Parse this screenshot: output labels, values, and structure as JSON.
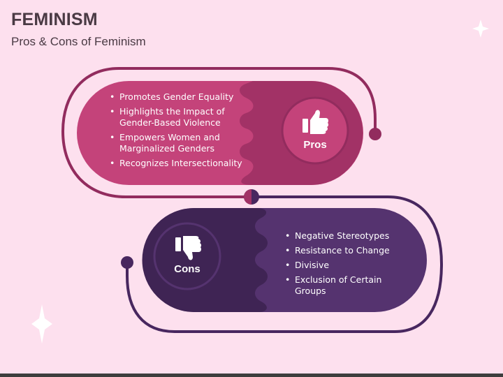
{
  "header": {
    "title": "FEMINISM",
    "subtitle": "Pros & Cons of Feminism"
  },
  "pros": {
    "label": "Pros",
    "icon": "thumbs-up-icon",
    "color": "#c4437a",
    "items": [
      "Promotes Gender Equality",
      "Highlights the Impact of Gender-Based Violence",
      "Empowers Women and Marginalized Genders",
      "Recognizes Intersectionality"
    ]
  },
  "cons": {
    "label": "Cons",
    "icon": "thumbs-down-icon",
    "color": "#55336f",
    "items": [
      "Negative Stereotypes",
      "Resistance to Change",
      "Divisive",
      "Exclusion of Certain Groups"
    ]
  },
  "colors": {
    "background": "#fde0ee",
    "pros_main": "#c4437a",
    "pros_dark": "#a23266",
    "pros_line": "#922c5e",
    "cons_main": "#55336f",
    "cons_dark": "#3f2454",
    "cons_line": "#48275f"
  }
}
